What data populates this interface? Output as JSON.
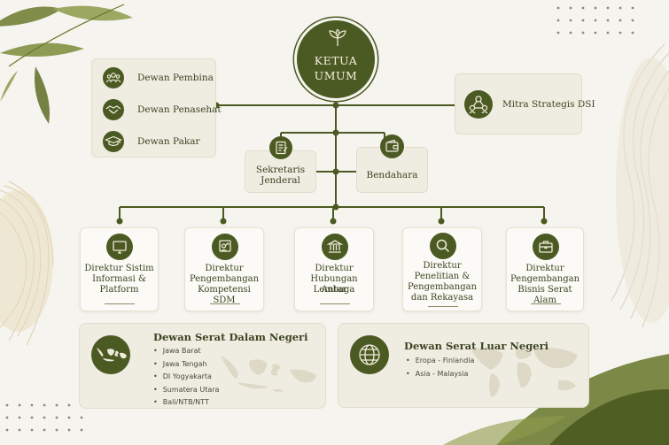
{
  "chairman": {
    "line1": "KETUA",
    "line2": "UMUM"
  },
  "councils": [
    {
      "label": "Dewan Pembina",
      "icon": "group-icon"
    },
    {
      "label": "Dewan Penasehat",
      "icon": "handshake-icon"
    },
    {
      "label": "Dewan Pakar",
      "icon": "graduation-cap-icon"
    }
  ],
  "partner": {
    "label": "Mitra Strategis DSI",
    "icon": "network-icon"
  },
  "secretary": {
    "line1": "Sekretaris",
    "line2": "Jenderal",
    "icon": "document-icon"
  },
  "treasurer": {
    "label": "Bendahara",
    "icon": "wallet-icon"
  },
  "directorates": [
    {
      "lines": [
        "Direktur Sistim",
        "Informasi &",
        "Platform"
      ],
      "icon": "monitor-icon"
    },
    {
      "lines": [
        "Direktur",
        "Pengembangan",
        "Kompetensi SDM"
      ],
      "icon": "person-chart-icon"
    },
    {
      "lines": [
        "Direktur",
        "Hubungan Antar",
        "Lembaga"
      ],
      "icon": "institution-icon"
    },
    {
      "lines": [
        "Direktur",
        "Penelitian &",
        "Pengembangan",
        "dan Rekayasa"
      ],
      "icon": "magnifier-icon"
    },
    {
      "lines": [
        "Direktur",
        "Pengembangan",
        "Bisnis Serat Alam"
      ],
      "icon": "briefcase-icon"
    }
  ],
  "domestic": {
    "title": "Dewan Serat Dalam Negeri",
    "items": [
      "Jawa Barat",
      "Jawa Tengah",
      "DI Yogyakarta",
      "Sumatera Utara",
      "Bali/NTB/NTT"
    ],
    "icon": "indonesia-map-icon"
  },
  "foreign": {
    "title": "Dewan Serat Luar Negeri",
    "items": [
      "Eropa - Finlandia",
      "Asia - Malaysia"
    ],
    "icon": "globe-icon"
  },
  "colors": {
    "primary": "#4b5a22",
    "card": "#efece2",
    "background": "#f6f4ee",
    "line": "#4b5a22"
  }
}
